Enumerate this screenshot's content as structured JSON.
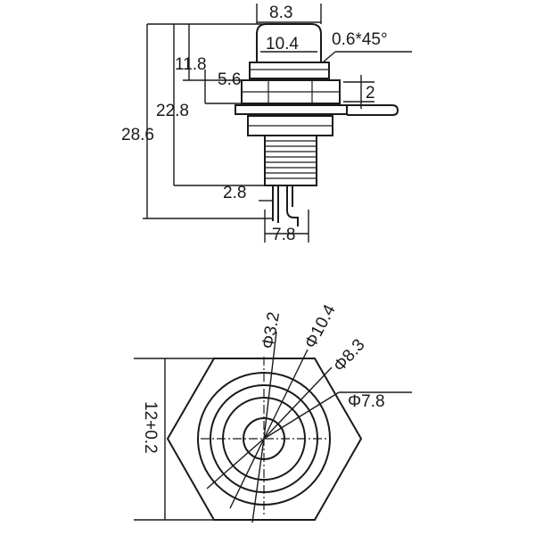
{
  "side_view": {
    "dimensions": {
      "top_width": "8.3",
      "cap_width": "10.4",
      "chamfer": "0.6*45°",
      "cap_height": "11.8",
      "nut_height": "5.6",
      "body_height": "22.8",
      "total_height": "28.6",
      "flange": "2",
      "terminal_width": "2.8",
      "pin_spacing": "7.8"
    }
  },
  "top_view": {
    "dimensions": {
      "d1": "Φ3.2",
      "d2": "Φ10.4",
      "d3": "Φ8.3",
      "d4": "Φ7.8",
      "hex_across_flats": "12+0.2"
    }
  }
}
